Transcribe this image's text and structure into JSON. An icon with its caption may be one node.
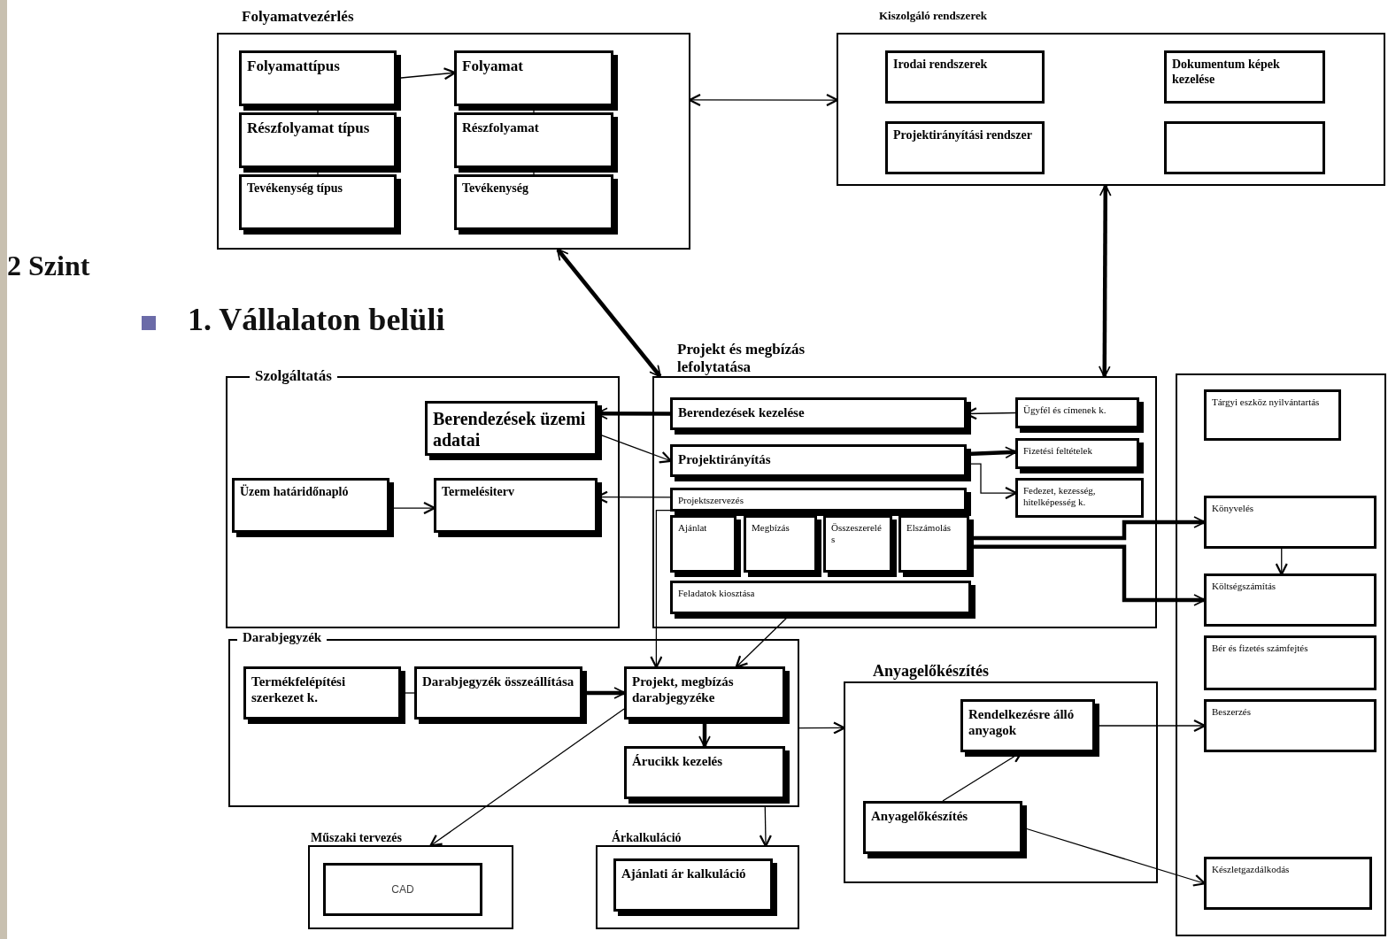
{
  "diagram": {
    "nodes": [
      {
        "text": [
          "Folyamatvezérlés"
        ]
      },
      {
        "text": [
          "Folyamattípus"
        ],
        "in": 0
      },
      {
        "text": [
          "Folyamat"
        ],
        "in": 0
      },
      {
        "text": [
          "Részfolyamat típus"
        ],
        "in": 0
      },
      {
        "text": [
          "Részfolyamat"
        ],
        "in": 0
      },
      {
        "text": [
          "Tevékenység típus"
        ],
        "in": 0
      },
      {
        "text": [
          "Tevékenység"
        ],
        "in": 0
      },
      {
        "text": [
          "Kiszolgáló rendszerek"
        ]
      },
      {
        "text": [
          "Irodai rendszerek"
        ],
        "in": 7
      },
      {
        "text": [
          "Dokumentum képek kezelése"
        ],
        "in": 7
      },
      {
        "text": [
          "Projektirányítási rendszer"
        ],
        "in": 7
      },
      {
        "text": [],
        "shape": "box",
        "in": 7
      },
      {
        "text": [
          "Szolgáltatás"
        ]
      },
      {
        "text": [
          "Berendezések üzemi adatai"
        ],
        "in": 12
      },
      {
        "text": [
          "Üzem határidőnapló"
        ],
        "in": 12
      },
      {
        "text": [
          "Termelésiterv"
        ],
        "in": 12
      },
      {
        "text": [
          "Projekt és megbízás lefolytatása"
        ]
      },
      {
        "text": [
          "Berendezések kezelése"
        ],
        "in": 16
      },
      {
        "text": [
          "Projektirányítás"
        ],
        "in": 16
      },
      {
        "text": [
          "Projektszervezés"
        ],
        "in": 16
      },
      {
        "text": [
          "Ajánlat"
        ],
        "in": 16
      },
      {
        "text": [
          "Megbízás"
        ],
        "in": 16
      },
      {
        "text": [
          "Összeszerelés"
        ],
        "in": 16
      },
      {
        "text": [
          "Elszámolás"
        ],
        "in": 16
      },
      {
        "text": [
          "Feladatok kiosztása"
        ],
        "in": 16
      },
      {
        "text": [
          "Ügyfél és címenek k."
        ],
        "in": 16
      },
      {
        "text": [
          "Fizetési feltételek"
        ],
        "in": 16
      },
      {
        "text": [
          "Fedezet, kezesség, hitelképesség k."
        ],
        "in": 16
      },
      {
        "text": [],
        "shape": "box"
      },
      {
        "text": [
          "Tárgyi eszköz nyilvántartás"
        ],
        "in": 28
      },
      {
        "text": [
          "Könyvelés"
        ],
        "in": 28
      },
      {
        "text": [
          "Költségszámítás"
        ],
        "in": 28
      },
      {
        "text": [
          "Bér és fizetés számfejtés"
        ],
        "in": 28
      },
      {
        "text": [
          "Beszerzés"
        ],
        "in": 28
      },
      {
        "text": [
          "Készletgazdálkodás"
        ],
        "in": 28
      },
      {
        "text": [
          "Darabjegyzék"
        ]
      },
      {
        "text": [
          "Termékfelépítési szerkezet k."
        ],
        "in": 35
      },
      {
        "text": [
          "Darabjegyzék összeállítása"
        ],
        "in": 35
      },
      {
        "text": [
          "Projekt, megbízás darabjegyzéke"
        ],
        "in": 35
      },
      {
        "text": [
          "Árucikk kezelés"
        ],
        "in": 35
      },
      {
        "text": [
          "Anyagelőkészítés"
        ]
      },
      {
        "text": [
          "Rendelkezésre álló anyagok"
        ],
        "in": 40
      },
      {
        "text": [
          "Anyagelőkészítés"
        ],
        "in": 40
      },
      {
        "text": [
          "Műszaki tervezés"
        ]
      },
      {
        "text": [
          "CAD"
        ],
        "in": 43
      },
      {
        "text": [
          "Árkalkuláció"
        ]
      },
      {
        "text": [
          "Ajánlati ár kalkuláció"
        ],
        "in": 45
      }
    ],
    "edges": [
      {
        "from": 1,
        "to": 2,
        "arrow": "to"
      },
      {
        "from": 0,
        "to": 7,
        "arrow": "both"
      },
      {
        "from": 0,
        "to": 16,
        "arrow": "both",
        "style": "thick"
      },
      {
        "from": 7,
        "to": 16,
        "arrow": "both",
        "style": "thick"
      },
      {
        "from": 17,
        "to": 13,
        "arrow": "to",
        "style": "thick"
      },
      {
        "from": 13,
        "to": 18,
        "arrow": "to"
      },
      {
        "from": 19,
        "to": 15,
        "arrow": "to"
      },
      {
        "from": 14,
        "to": 15,
        "arrow": "to"
      },
      {
        "from": 25,
        "to": 17,
        "arrow": "to"
      },
      {
        "from": 18,
        "to": 26,
        "arrow": "to",
        "style": "thick"
      },
      {
        "from": 18,
        "to": 27,
        "arrow": "to"
      },
      {
        "from": 23,
        "to": 30,
        "arrow": "to",
        "style": "thick"
      },
      {
        "from": 23,
        "to": 31,
        "arrow": "to",
        "style": "thick"
      },
      {
        "from": 30,
        "to": 31,
        "arrow": "to"
      },
      {
        "from": 19,
        "to": 38,
        "arrow": "to"
      },
      {
        "from": 24,
        "to": 38,
        "arrow": "to"
      },
      {
        "from": 37,
        "to": 38,
        "arrow": "to",
        "style": "thick"
      },
      {
        "from": 38,
        "to": 39,
        "arrow": "to",
        "style": "thick"
      },
      {
        "from": 38,
        "to": 43,
        "arrow": "to"
      },
      {
        "from": 35,
        "to": 45,
        "arrow": "to"
      },
      {
        "from": 35,
        "to": 40,
        "arrow": "to"
      },
      {
        "from": 42,
        "to": 41,
        "arrow": "to"
      },
      {
        "from": 41,
        "to": 33,
        "arrow": "to"
      },
      {
        "from": 42,
        "to": 34,
        "arrow": "to"
      },
      {
        "from": 1,
        "to": 3,
        "arrow": "none"
      },
      {
        "from": 3,
        "to": 5,
        "arrow": "none"
      },
      {
        "from": 2,
        "to": 4,
        "arrow": "none"
      },
      {
        "from": 4,
        "to": 6,
        "arrow": "none"
      },
      {
        "from": 36,
        "to": 37,
        "arrow": "none"
      }
    ],
    "labels": [
      "2 Szint",
      "1. Vállalaton belüli"
    ]
  }
}
